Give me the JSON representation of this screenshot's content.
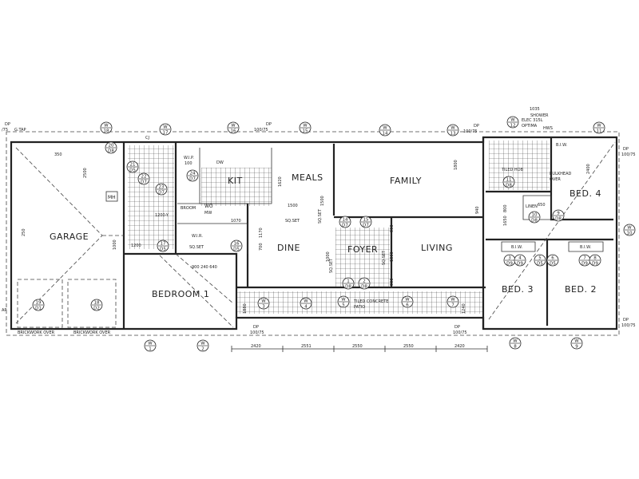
{
  "rooms": {
    "garage": "GARAGE",
    "kit": "KIT",
    "meals": "MEALS",
    "family": "FAMILY",
    "dine": "DINE",
    "foyer": "FOYER",
    "living": "LIVING",
    "bedroom1": "BEDROOM 1",
    "bed2": "BED. 2",
    "bed3": "BED. 3",
    "bed4": "BED. 4"
  },
  "fixtures": {
    "mh": "MH",
    "wip": "W.I.P.",
    "broom": "BROOM",
    "wo": "WO",
    "mw": "MW",
    "dw": "DW",
    "wir": "W.I.R.",
    "linen": "LINEN",
    "biw_bed4": "B.I.W.",
    "biw_bed3": "B.I.W.",
    "biw_bed2": "B.I.W.",
    "bulkhead": "BULKHEAD",
    "bulkhead2": "OVER",
    "tiled_hob": "TILED HOB",
    "patio1": "TILED CONCRETE",
    "patio2": "PATIO",
    "shower": "SHOWER",
    "hws1": "ELEC 315L",
    "hws2": "OPTIMA",
    "hws_tag": "HWS",
    "sq_set1": "SQ.SET",
    "sq_set2": "SQ.SET",
    "sq_set3": "SQ.SET",
    "sq_set4": "SQ.SET",
    "sq_set5": "SQ.SET"
  },
  "notes": {
    "gtap": "G.TAP",
    "dp_tl": "DP",
    "dp_tl_size": "/75",
    "dp_top": "DP",
    "dp_top_size": "100/75",
    "dp_top2": "DP",
    "dp_top2_size": "100/75",
    "dp_right": "DP",
    "dp_right_size": "100/75",
    "dp_br": "DP",
    "dp_br_size": "100/75",
    "dp_bot": "DP",
    "dp_bot_size": "100/75",
    "dp_bot2": "DP",
    "dp_bot2_size": "100/75",
    "cj": "CJ",
    "ap": "AP",
    "brickwork1": "BRICKWORK OVER",
    "brickwork2": "BRICKWORK OVER"
  },
  "dimensions": {
    "d350": "350",
    "d2500": "2500",
    "d250": "250",
    "d1000": "1000",
    "d1200a": "1200-Y",
    "d1200b": "1200",
    "d100": "100",
    "d1620": "1620",
    "d1500a": "1500",
    "d1500b": "1500",
    "d1070": "1070",
    "d1170": "1170",
    "d700": "700",
    "d900_240_640": "900 240 640",
    "d900a": "900",
    "d900b": "900",
    "d1800a": "1800",
    "d1800b": "1800",
    "d1000v": "1000",
    "d940": "940",
    "d1650": "1650",
    "d800": "800",
    "d650": "650",
    "d2400": "2400",
    "d1035": "1035",
    "d1880": "1880",
    "d1240": "1240",
    "bottom": [
      "2420",
      "2551",
      "2550",
      "2550",
      "2420"
    ]
  },
  "windows": [
    {
      "id": "W",
      "n": "18"
    },
    {
      "id": "W",
      "n": "17"
    },
    {
      "id": "W",
      "n": "16"
    },
    {
      "id": "W",
      "n": "15"
    },
    {
      "id": "W",
      "n": "14"
    },
    {
      "id": "W",
      "n": "13"
    },
    {
      "id": "W",
      "n": "12"
    },
    {
      "id": "W",
      "n": "11"
    },
    {
      "id": "W",
      "n": "10"
    },
    {
      "id": "W",
      "n": "1"
    },
    {
      "id": "W",
      "n": "2"
    },
    {
      "id": "W",
      "n": "3"
    },
    {
      "id": "W",
      "n": "4"
    },
    {
      "id": "W",
      "n": "5"
    },
    {
      "id": "W",
      "n": "6"
    },
    {
      "id": "W",
      "n": "7"
    },
    {
      "id": "W",
      "n": "8"
    },
    {
      "id": "W",
      "n": "9"
    }
  ],
  "doors": [
    {
      "n": "20",
      "t": "D8"
    },
    {
      "n": "21",
      "t": "D5"
    },
    {
      "n": "22",
      "t": "D7"
    },
    {
      "n": "23",
      "t": "D7"
    },
    {
      "n": "24",
      "t": "D7"
    },
    {
      "n": "19",
      "t": "D1"
    },
    {
      "n": "18",
      "t": "D2"
    },
    {
      "n": "17",
      "t": "D5"
    },
    {
      "n": "16",
      "t": "D5"
    },
    {
      "n": "14",
      "t": "D7"
    },
    {
      "n": "15",
      "t": "D7"
    },
    {
      "n": "1",
      "t": "D8"
    },
    {
      "n": "2",
      "t": "D8"
    },
    {
      "n": "11",
      "t": "D8"
    },
    {
      "n": "10",
      "t": "D8"
    },
    {
      "n": "9",
      "t": "D8"
    },
    {
      "n": "5",
      "t": "D5"
    },
    {
      "n": "6",
      "t": "D5"
    },
    {
      "n": "3",
      "t": "D9"
    },
    {
      "n": "4",
      "t": "D9"
    },
    {
      "n": "7",
      "t": "D9"
    },
    {
      "n": "8",
      "t": "D9"
    }
  ]
}
